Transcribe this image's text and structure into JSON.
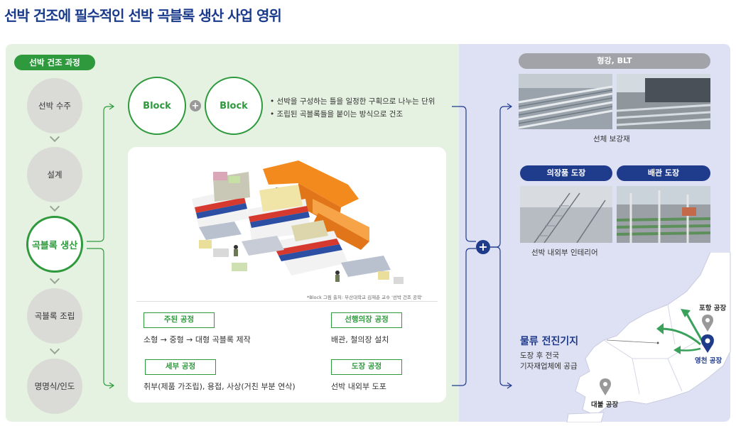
{
  "title": "선박 건조에 필수적인 선박 곡블록 생산 사업 영위",
  "process": {
    "pill": "선박 건조 과정",
    "steps": [
      "선박 수주",
      "설계",
      "곡블록 생산",
      "곡블록 조립",
      "명명식/인도"
    ],
    "active_index": 2
  },
  "block": {
    "left": "Block",
    "right": "Block",
    "bullets": [
      "선박을 구성하는 틀을 일정한 구획으로 나누는 단위",
      "조립된 곡블록들을 붙이는 방식으로 건조"
    ]
  },
  "credit": "*Block 그림 출처: 부산대학교 김재춘 교수 '선박 건조 공학'",
  "processes": [
    {
      "tag": "주된 공정",
      "desc": "소형 → 중형 → 대형 곡블록 제작"
    },
    {
      "tag": "선행의장 공정",
      "desc": "배관, 철의장 설치"
    },
    {
      "tag": "세부 공정",
      "desc": "취부(제품 가조립), 용접, 사상(거친 부분 연삭)"
    },
    {
      "tag": "도장 공정",
      "desc": "선박 내외부 도포"
    }
  ],
  "right": {
    "steel_header": "형강, BLT",
    "steel_caption": "선체 보강재",
    "paint_headers": [
      "의장품 도장",
      "배관 도장"
    ],
    "paint_caption": "선박 내외부 인테리어",
    "logistics": {
      "title": "물류 전진기지",
      "desc": [
        "도장 후 전국",
        "기자재업체에 공급"
      ]
    },
    "plants": [
      "포항 공장",
      "영천 공장",
      "대불 공장"
    ]
  },
  "colors": {
    "green": "#2e9a3d",
    "navy": "#1f3b8c",
    "left_bg": "#e6f2e1",
    "right_bg": "#dee1f3"
  }
}
